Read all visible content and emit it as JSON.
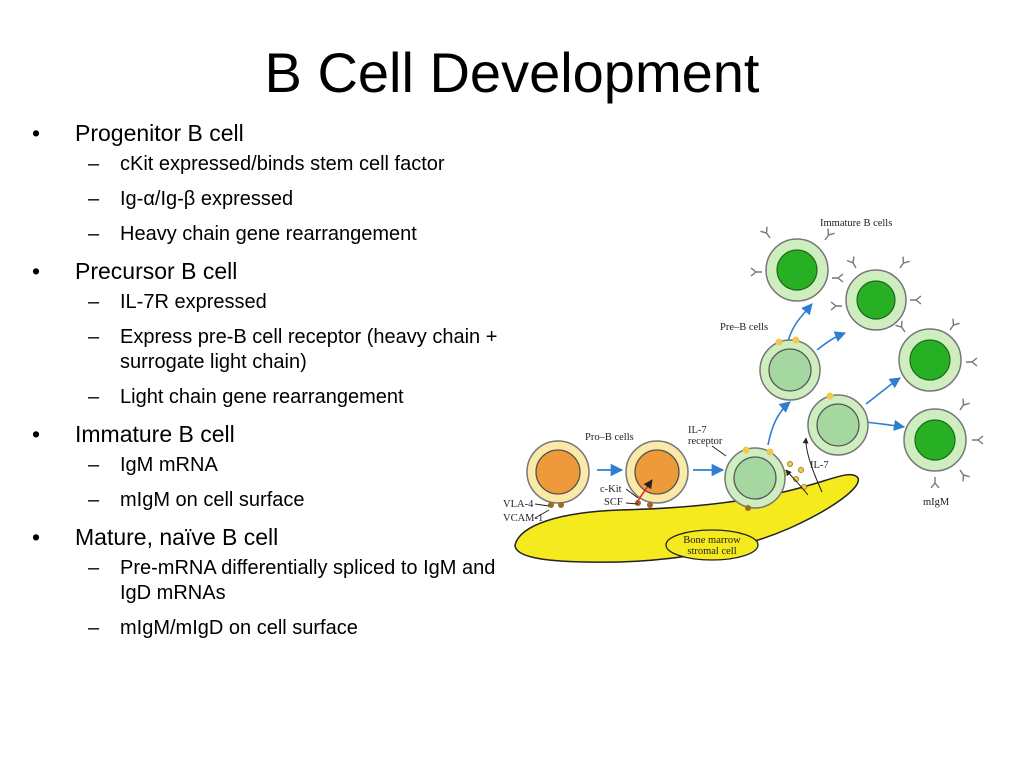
{
  "title": "B Cell Development",
  "bullets": [
    {
      "label": "Progenitor B cell",
      "subs": [
        "cKit expressed/binds stem cell factor",
        "Ig-α/Ig-β expressed",
        "Heavy chain gene rearrangement"
      ]
    },
    {
      "label": "Precursor B cell",
      "subs": [
        "IL-7R expressed",
        "Express pre-B cell receptor (heavy chain + surrogate light chain)",
        "Light chain gene rearrangement"
      ]
    },
    {
      "label": "Immature B cell",
      "subs": [
        "IgM mRNA",
        "mIgM on cell surface"
      ]
    },
    {
      "label": "Mature, naïve B cell",
      "subs": [
        "Pre-mRNA differentially spliced to IgM and IgD mRNAs",
        "mIgM/mIgD on cell surface"
      ]
    }
  ],
  "diagram": {
    "labels": {
      "immature": "Immature B cells",
      "pre": "Pre–B cells",
      "pro": "Pro–B cells",
      "il7r_1": "IL-7",
      "il7r_2": "receptor",
      "il7": "IL-7",
      "vla4": "VLA-4",
      "vcam1": "VCAM-1",
      "ckit": "c-Kit",
      "scf": "SCF",
      "bm1": "Bone marrow",
      "bm2": "stromal cell",
      "migm": "mIgM"
    }
  }
}
